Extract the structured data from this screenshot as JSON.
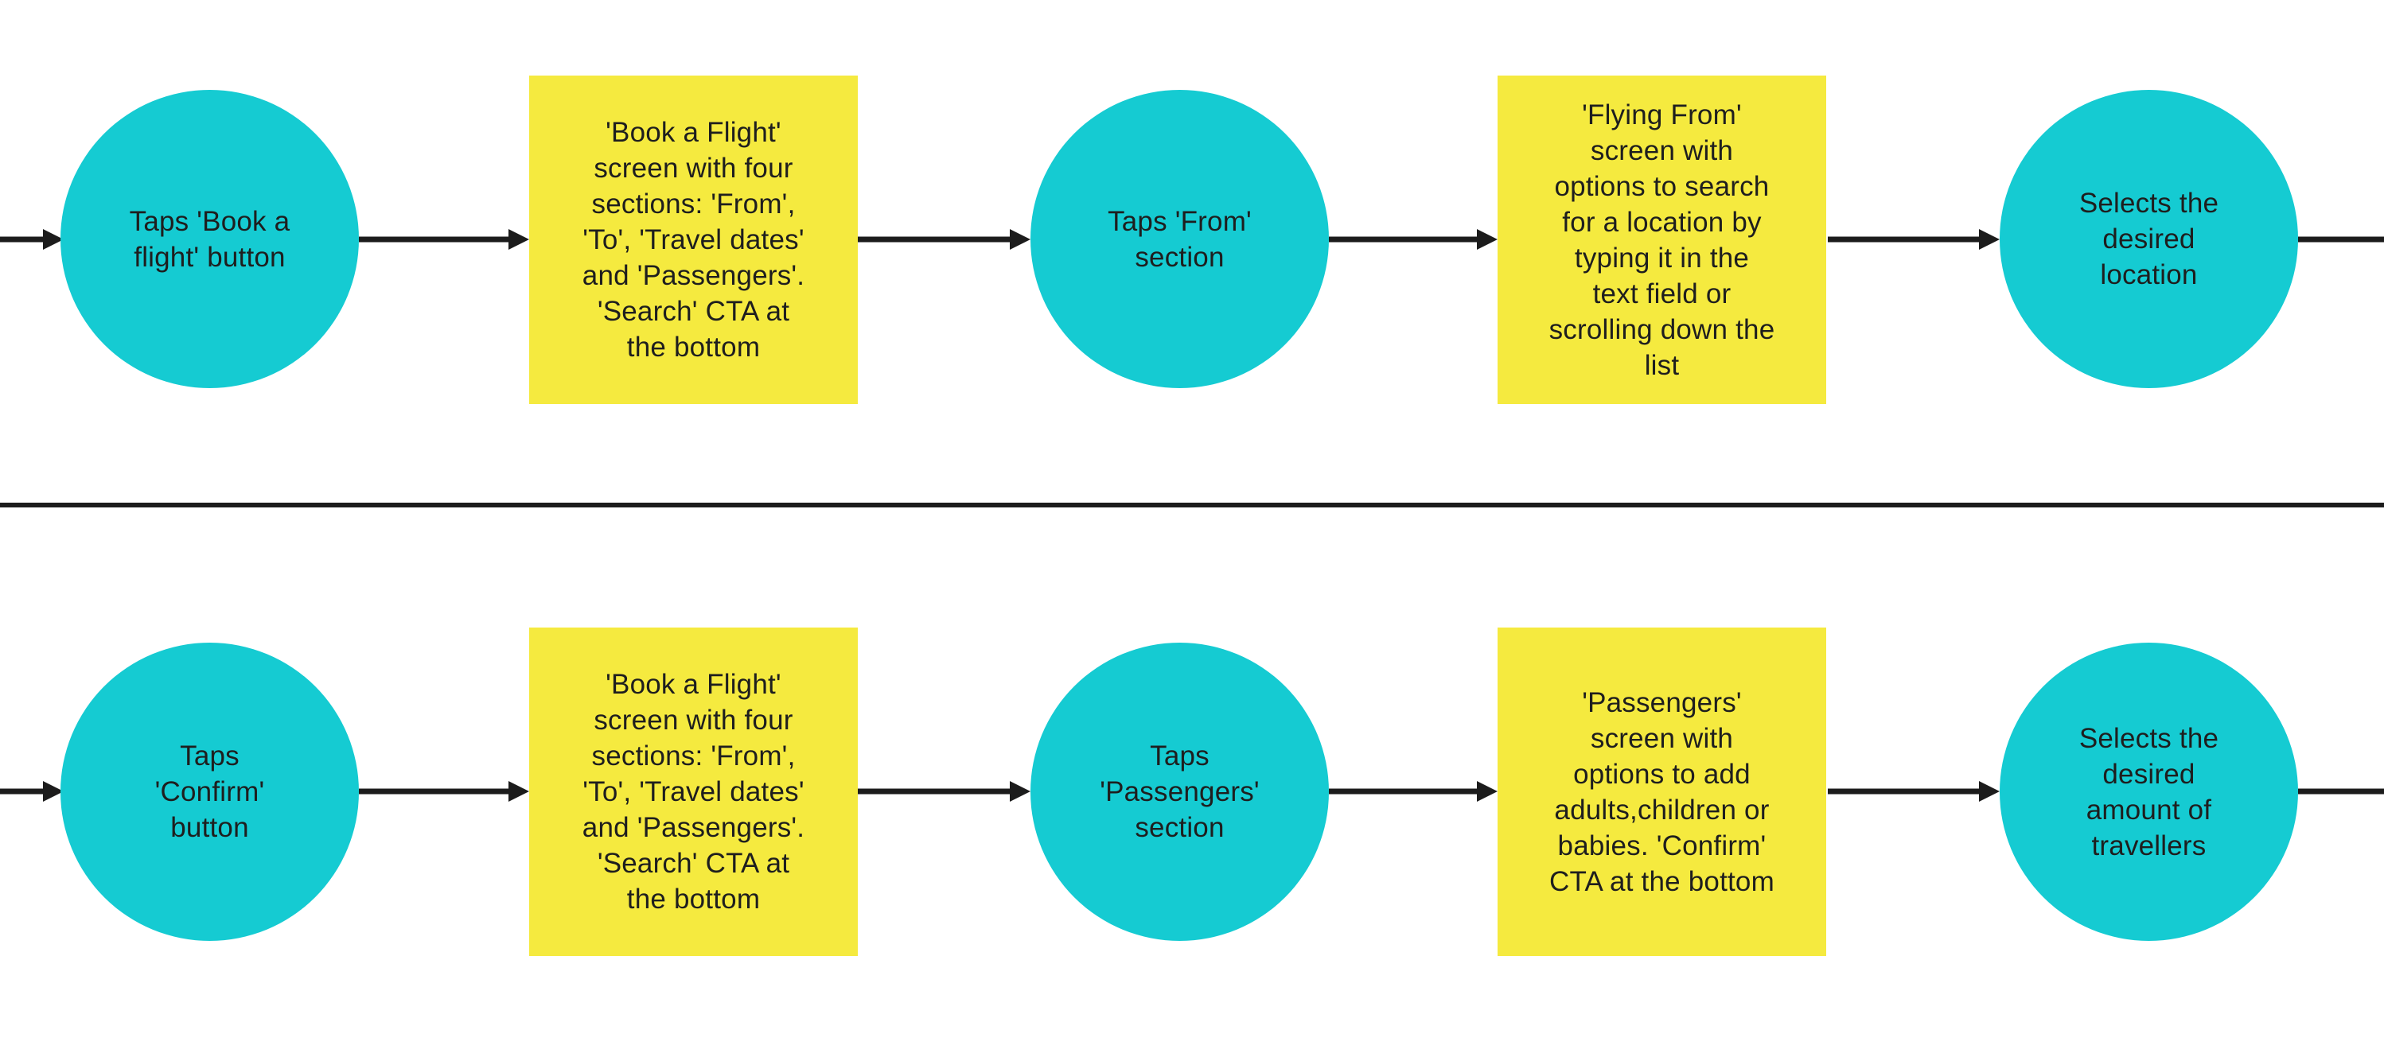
{
  "colors": {
    "teal": "#15cbd2",
    "yellow": "#f5ea3f",
    "text": "#1e1e1e",
    "arrow_line": "#1c1c1c",
    "background": "#ffffff"
  },
  "divider": {
    "description": "full-width horizontal separator line between rows"
  },
  "rows": [
    {
      "nodes": [
        {
          "shape": "circle",
          "text": "Taps 'Book a\nflight' button"
        },
        {
          "shape": "box",
          "text": "'Book a Flight'\nscreen with four\nsections: 'From',\n'To', 'Travel dates'\nand 'Passengers'.\n'Search' CTA at\nthe bottom"
        },
        {
          "shape": "circle",
          "text": "Taps 'From'\nsection"
        },
        {
          "shape": "box",
          "text": "'Flying From'\nscreen with\noptions to search\nfor a location by\ntyping it in the\ntext field or\nscrolling down the\nlist"
        },
        {
          "shape": "circle",
          "text": "Selects the\ndesired\nlocation"
        }
      ]
    },
    {
      "nodes": [
        {
          "shape": "circle",
          "text": "Taps\n'Confirm'\nbutton"
        },
        {
          "shape": "box",
          "text": "'Book a Flight'\nscreen with four\nsections: 'From',\n'To', 'Travel dates'\nand 'Passengers'.\n'Search' CTA at\nthe bottom"
        },
        {
          "shape": "circle",
          "text": "Taps\n'Passengers'\nsection"
        },
        {
          "shape": "box",
          "text": "'Passengers'\nscreen with\noptions to add\nadults,children or\nbabies. 'Confirm'\nCTA at the bottom"
        },
        {
          "shape": "circle",
          "text": "Selects the\ndesired\namount of\ntravellers"
        }
      ]
    }
  ]
}
